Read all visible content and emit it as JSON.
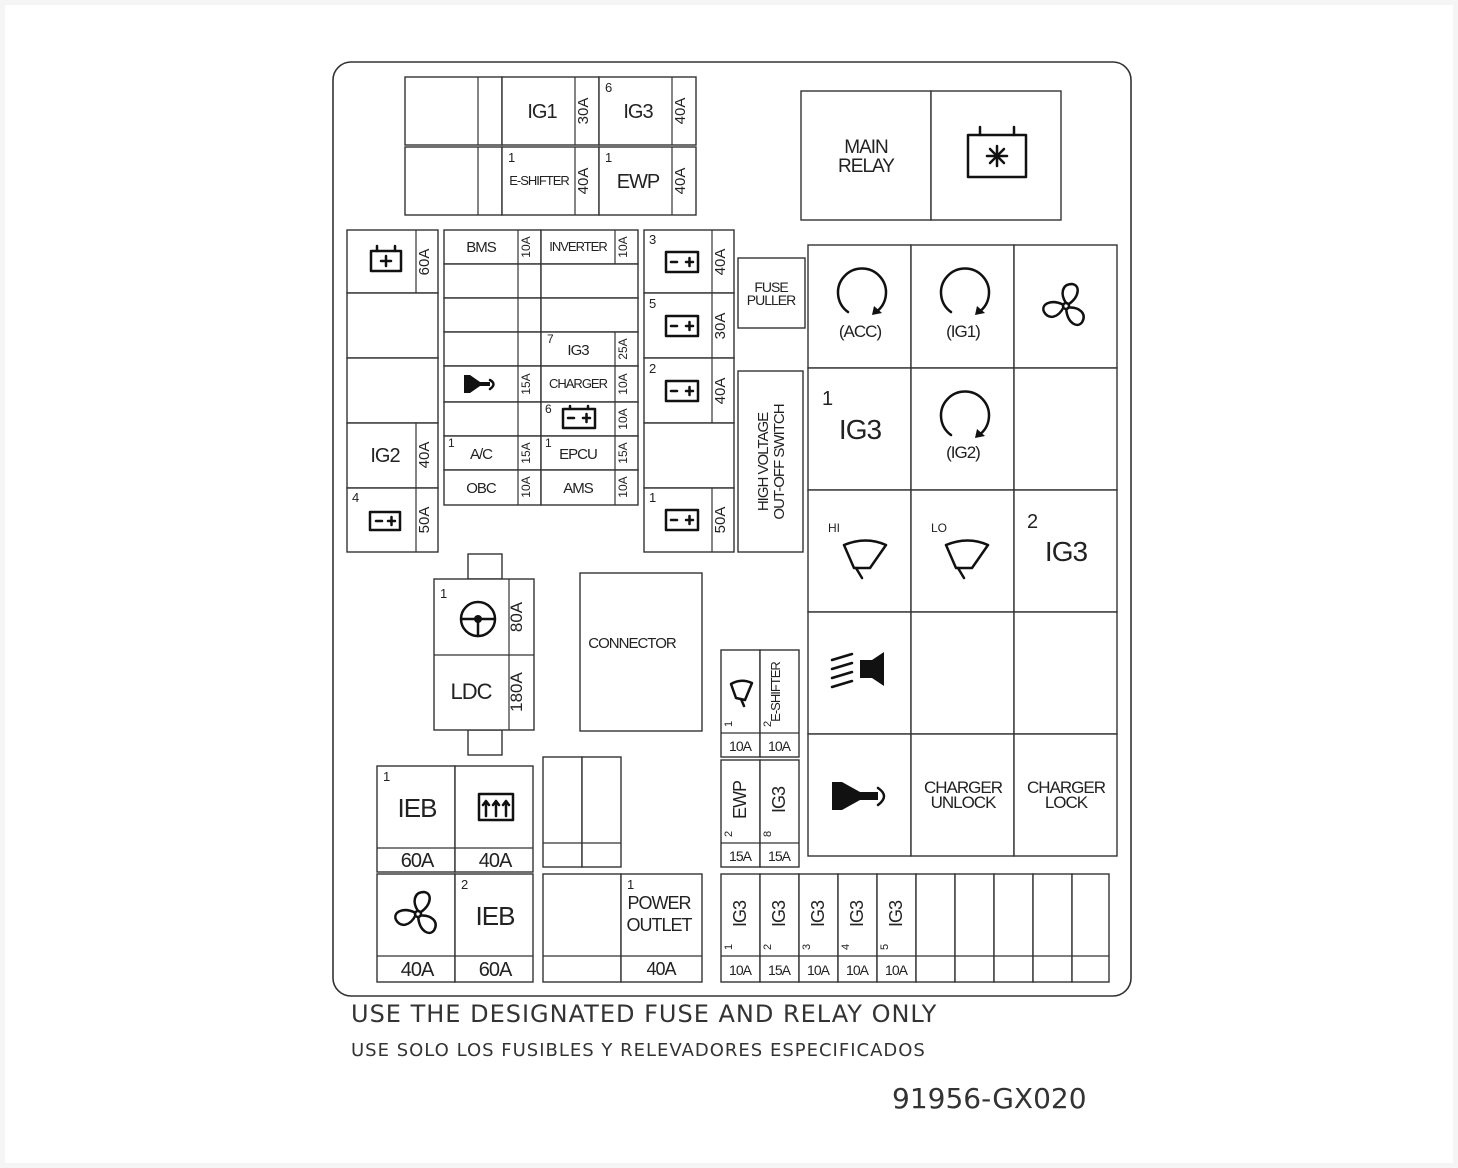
{
  "labels": {
    "ig1": "IG1",
    "ig2": "IG2",
    "ig3": "IG3",
    "e_shifter": "E-SHIFTER",
    "ewp": "EWP",
    "bms": "BMS",
    "inverter": "INVERTER",
    "charger": "CHARGER",
    "a_c": "A/C",
    "epcu": "EPCU",
    "obc": "OBC",
    "ams": "AMS",
    "fuse_puller": [
      "FUSE",
      "PULLER"
    ],
    "hv_switch": [
      "HIGH VOLTAGE",
      "OUT-OFF SWITCH"
    ],
    "main_relay": [
      "MAIN",
      "RELAY"
    ],
    "acc_relay": "(ACC)",
    "ig1_relay": "(IG1)",
    "ig2_relay": "(IG2)",
    "hi": "HI",
    "lo": "LO",
    "charger_unlock": [
      "CHARGER",
      "UNLOCK"
    ],
    "charger_lock": [
      "CHARGER",
      "LOCK"
    ],
    "connector": "CONNECTOR",
    "ldc": "LDC",
    "ieb": "IEB",
    "power_outlet": [
      "POWER",
      "OUTLET"
    ]
  },
  "ratings": {
    "a10": "10A",
    "a15": "15A",
    "a25": "25A",
    "a30": "30A",
    "a40": "40A",
    "a50": "50A",
    "a60": "60A",
    "a80": "80A",
    "a180": "180A"
  },
  "numbers": [
    "1",
    "2",
    "3",
    "4",
    "5",
    "6",
    "7",
    "8"
  ],
  "icons": [
    "battery-icon",
    "cooling-fan-battery-icon",
    "horn-icon",
    "steering-wheel-icon",
    "fan-icon",
    "rear-defrost-icon",
    "wiper-icon",
    "headlamp-icon",
    "relay-coil-icon"
  ],
  "footer": {
    "line1": "USE THE DESIGNATED FUSE AND RELAY ONLY",
    "line2": "USE SOLO LOS FUSIBLES Y RELEVADORES ESPECIFICADOS",
    "part_number": "91956-GX020"
  }
}
